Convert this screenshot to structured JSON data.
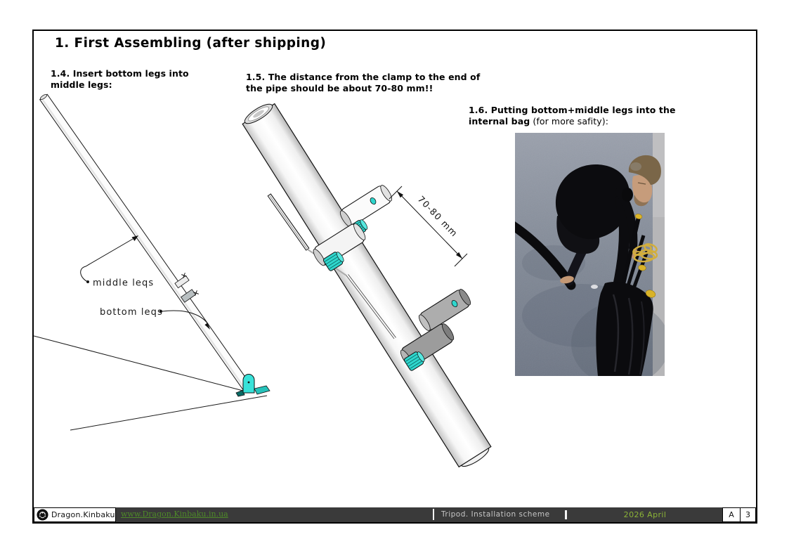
{
  "page": {
    "title": "1. First Assembling (after shipping)"
  },
  "sections": {
    "s14": {
      "heading": "1.4. Insert bottom legs into middle legs:"
    },
    "s15": {
      "heading": "1.5. The distance from the clamp to the end of the pipe should be about 70-80 mm!!"
    },
    "s16": {
      "heading_bold": "1.6. Putting bottom+middle legs into the internal bag",
      "heading_normal": " (for more safity):"
    }
  },
  "diagram_legs": {
    "label_middle": "middle leqs",
    "label_bottom": "bottom leqs"
  },
  "diagram_clamp": {
    "dimension_label": "70-80 mm"
  },
  "footer": {
    "brand": "Dragon.Kinbaku",
    "website": "www.Dragon.Kinbaku.in.ua",
    "document_title": "Tripod. Installation scheme",
    "date": "2026 April",
    "revision": "A",
    "page_number": "3"
  },
  "colors": {
    "accent_teal": "#2fd6cd",
    "link_green": "#4e8a28",
    "date_green": "#8cb437",
    "footer_bar": "#3a3a3a"
  }
}
